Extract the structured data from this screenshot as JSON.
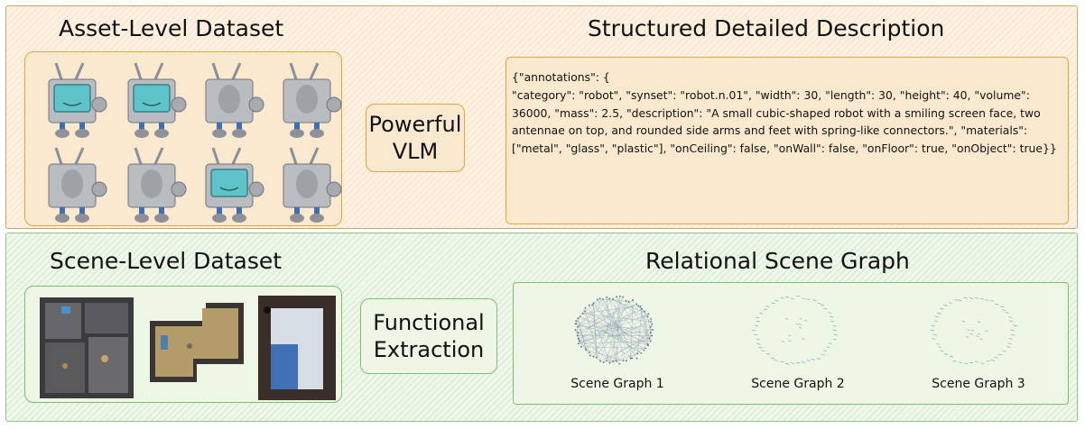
{
  "top": {
    "asset_title": "Asset-Level Dataset",
    "method_label": "Powerful\nVLM",
    "description_title": "Structured Detailed Description",
    "annotation_text": "{\"annotations\": {\n\"category\": \"robot\", \"synset\": \"robot.n.01\", \"width\": 30, \"length\": 30, \"height\": 40, \"volume\": 36000, \"mass\": 2.5, \"description\": \"A small cubic-shaped robot with a smiling screen face, two antennae on top, and rounded side arms and feet with spring-like connectors.\", \"materials\": [\"metal\", \"glass\", \"plastic\"], \"onCeiling\": false, \"onWall\": false, \"onFloor\": true, \"onObject\": true}}"
  },
  "bottom": {
    "scene_title": "Scene-Level Dataset",
    "method_label": "Functional\nExtraction",
    "graph_title": "Relational Scene Graph",
    "graphs": [
      {
        "caption": "Scene Graph 1"
      },
      {
        "caption": "Scene Graph 2"
      },
      {
        "caption": "Scene Graph 3"
      }
    ]
  },
  "colors": {
    "top_panel": "#fdf1e2",
    "bottom_panel": "#eef7ea",
    "orange_border": "#e0a53c",
    "green_border": "#7fbf73",
    "robot_gray": "#b9bcc0",
    "robot_screen": "#5fc4c9"
  }
}
